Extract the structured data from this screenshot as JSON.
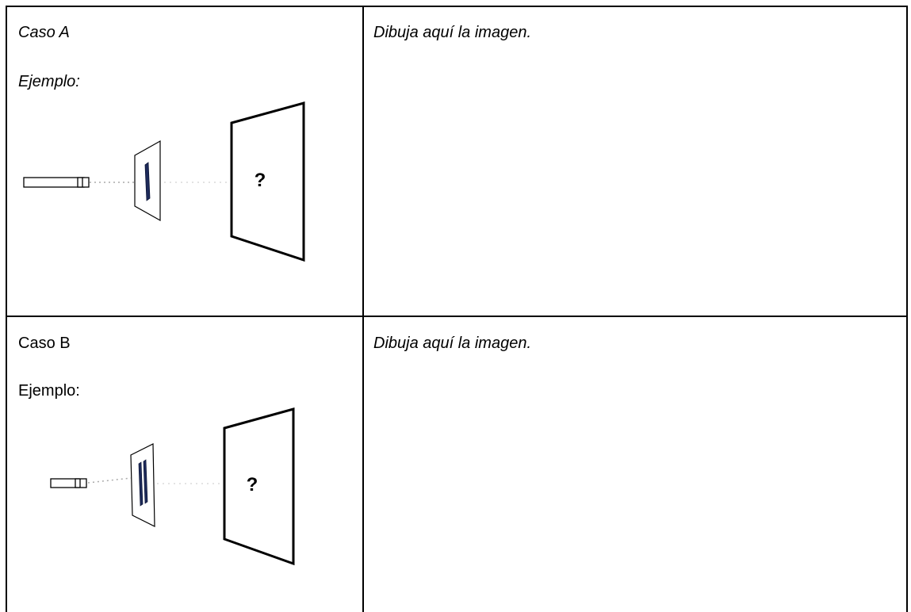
{
  "table": {
    "rows": [
      {
        "case_label": "Caso A",
        "example_label": "Ejemplo:",
        "screen_mark": "?",
        "instruction": "Dibuja aquí la imagen."
      },
      {
        "case_label": "Caso B",
        "example_label": "Ejemplo:",
        "screen_mark": "?",
        "instruction": "Dibuja aquí la imagen."
      }
    ]
  }
}
